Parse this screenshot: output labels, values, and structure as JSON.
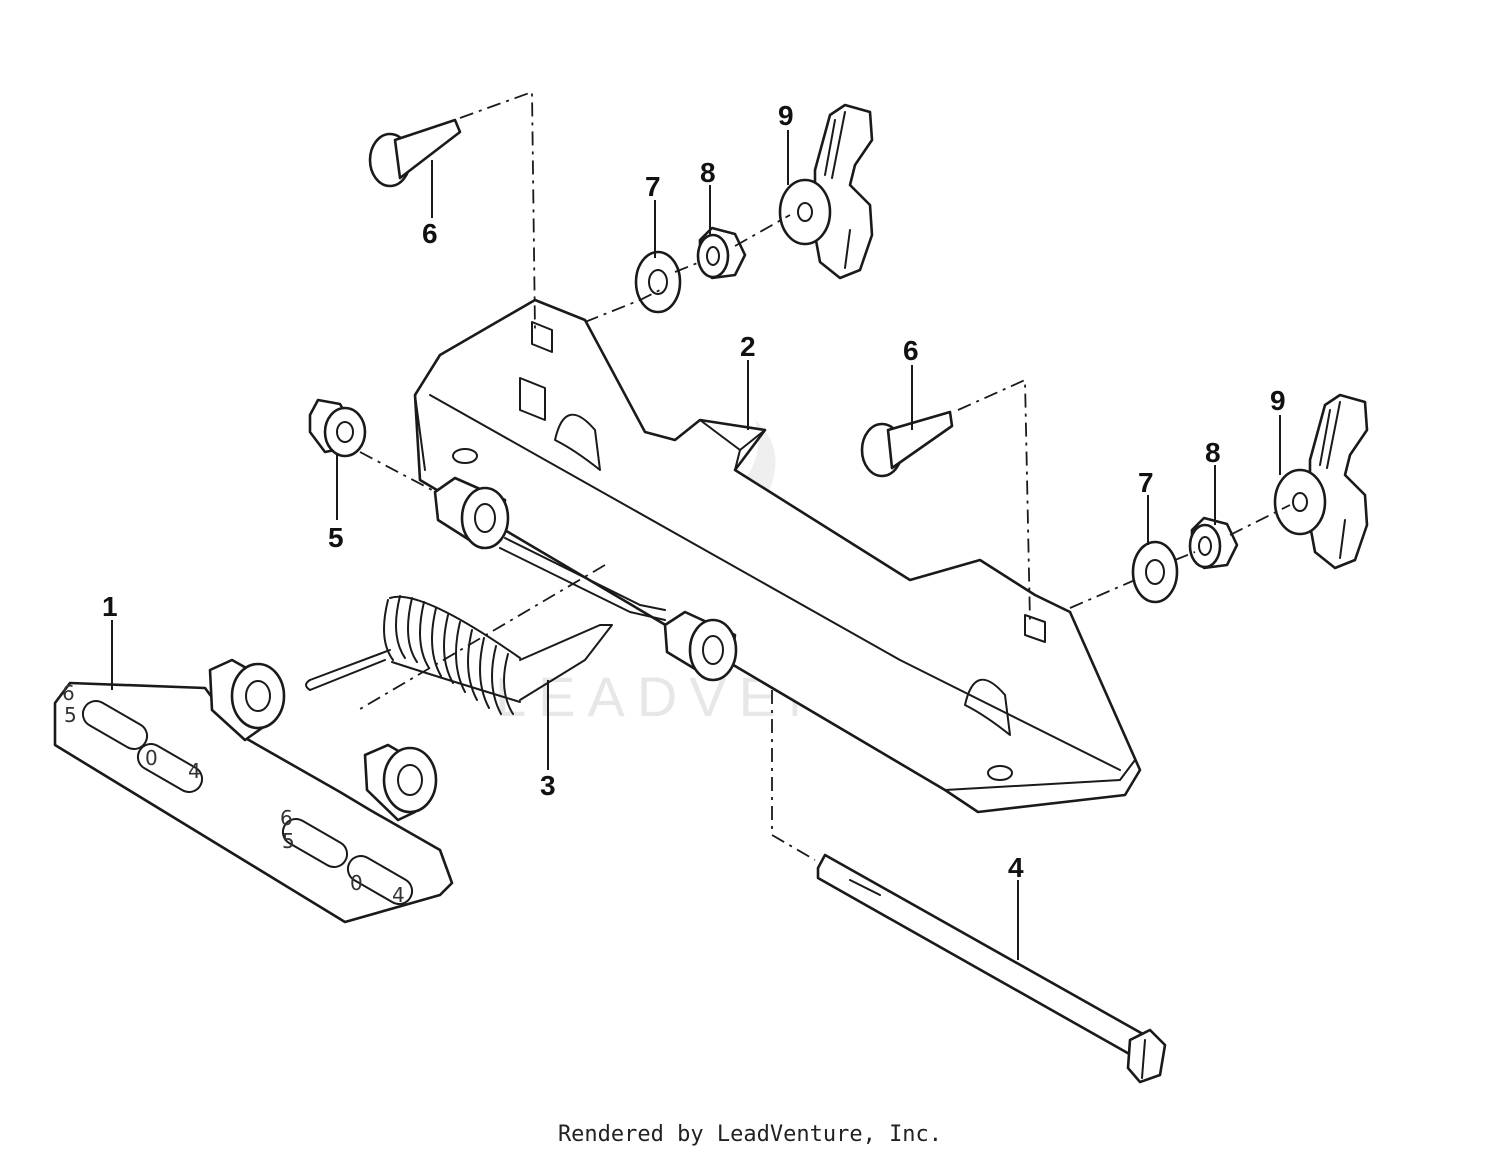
{
  "diagram": {
    "callouts": [
      {
        "label": "1"
      },
      {
        "label": "2"
      },
      {
        "label": "3"
      },
      {
        "label": "4"
      },
      {
        "label": "5"
      },
      {
        "label": "6"
      },
      {
        "label": "6"
      },
      {
        "label": "7"
      },
      {
        "label": "7"
      },
      {
        "label": "8"
      },
      {
        "label": "8"
      },
      {
        "label": "9"
      },
      {
        "label": "9"
      }
    ],
    "plate_stamps": [
      "6",
      "5",
      "0",
      "4",
      "6",
      "5",
      "0",
      "4"
    ],
    "watermark": "LEADVENTURE"
  },
  "footer": {
    "credit": "Rendered by LeadVenture, Inc."
  },
  "colors": {
    "line": "#1a1a1a",
    "background": "#ffffff",
    "watermark": "#e7e7e7"
  }
}
